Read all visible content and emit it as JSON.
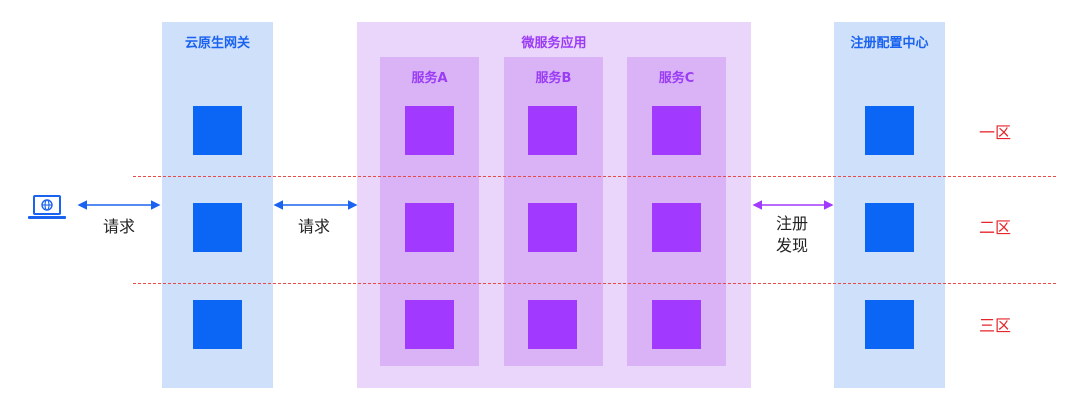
{
  "columns": {
    "gateway": "云原生网关",
    "microservices": "微服务应用",
    "registry": "注册配置中心"
  },
  "services": [
    "服务A",
    "服务B",
    "服务C"
  ],
  "zones": [
    "一区",
    "二区",
    "三区"
  ],
  "arrows": {
    "client_to_gateway": "请求",
    "gateway_to_services": "请求",
    "services_registry_line1": "注册",
    "services_registry_line2": "发现"
  },
  "colors": {
    "gateway_bg": "#cfe0fb",
    "microservices_bg": "#ebd6fb",
    "service_bg": "#dab3f7",
    "instance_blue": "#0b66f5",
    "instance_purple": "#a239ff",
    "zone_red": "#e6252a"
  },
  "icons": {
    "client": "laptop-globe-icon"
  }
}
